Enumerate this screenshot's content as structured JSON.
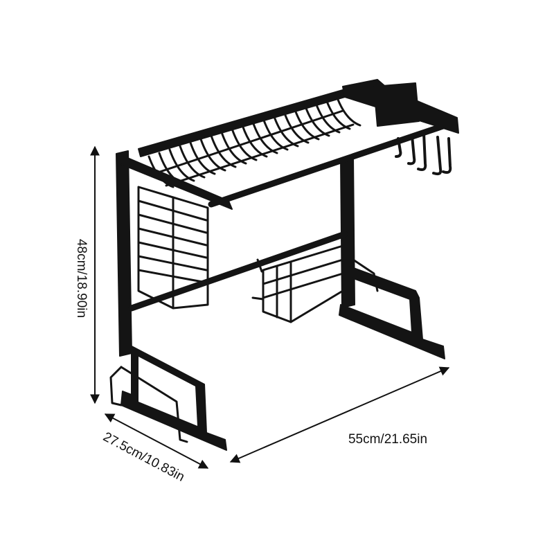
{
  "dimensions": {
    "height": "48cm/18.90in",
    "depth": "27.5cm/10.83in",
    "width": "55cm/21.65in"
  },
  "colors": {
    "frame": "#141414",
    "background": "#ffffff",
    "text": "#111111"
  }
}
